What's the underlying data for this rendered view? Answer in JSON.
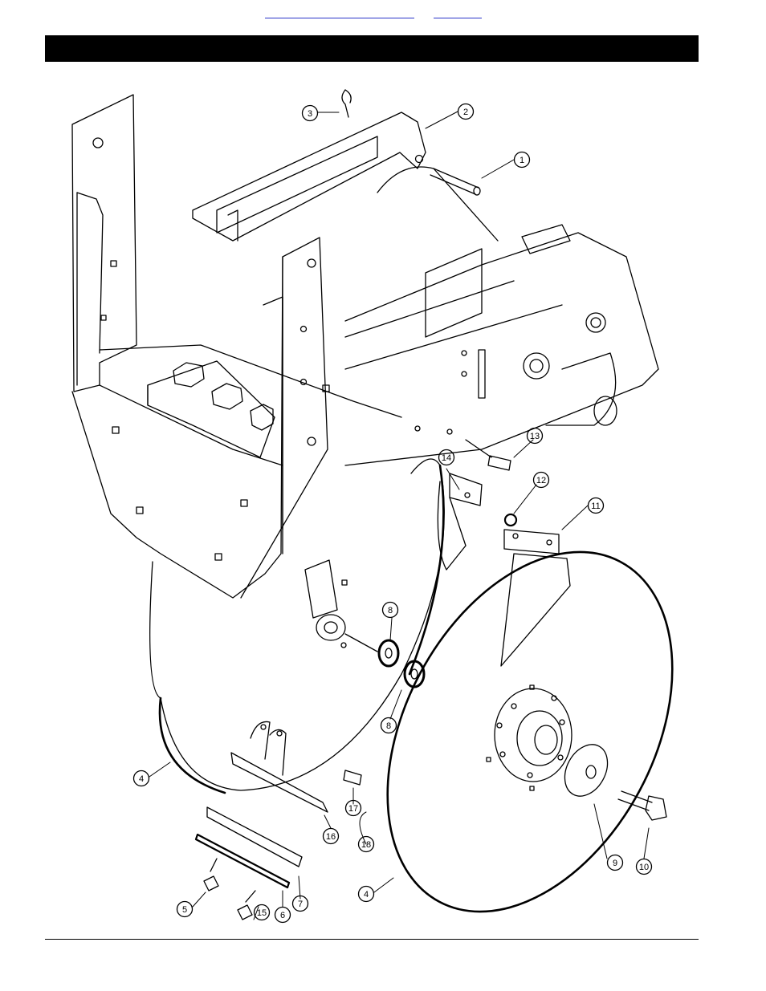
{
  "header": {
    "links": [
      "",
      ""
    ],
    "title": ""
  },
  "callouts": [
    {
      "number": "1"
    },
    {
      "number": "2"
    },
    {
      "number": "3"
    },
    {
      "number": "4"
    },
    {
      "number": "4"
    },
    {
      "number": "5"
    },
    {
      "number": "6"
    },
    {
      "number": "7"
    },
    {
      "number": "8"
    },
    {
      "number": "8"
    },
    {
      "number": "9"
    },
    {
      "number": "10"
    },
    {
      "number": "11"
    },
    {
      "number": "12"
    },
    {
      "number": "13"
    },
    {
      "number": "14"
    },
    {
      "number": "15"
    },
    {
      "number": "16"
    },
    {
      "number": "17"
    },
    {
      "number": "18"
    }
  ]
}
